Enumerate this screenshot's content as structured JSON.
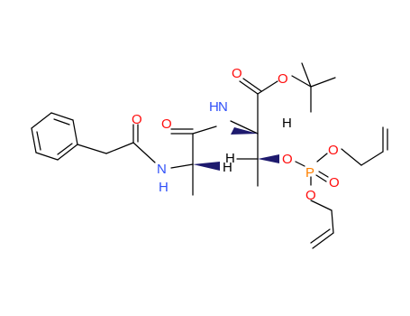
{
  "colors": {
    "background": "#ffffff",
    "bond": "#000000",
    "oxygen": "#ff0d0d",
    "nitrogen": "#3050f8",
    "phosphorus": "#ff8000",
    "hydrogen": "#000000",
    "wedge": "#1e1a6e"
  },
  "atoms": {
    "o_phenylacetyl": "O",
    "n_left": "H",
    "n_left_n": "N",
    "h_left": "H",
    "o_amide": "O",
    "n_right_h": "H",
    "n_right": "N",
    "h_right": "H",
    "o_ester_carbonyl": "O",
    "o_ester": "O",
    "h_thr": "H",
    "o_phosphate_link": "O",
    "p": "P",
    "o_p_allyl1": "O",
    "o_p_double": "O",
    "o_p_allyl2": "O"
  }
}
